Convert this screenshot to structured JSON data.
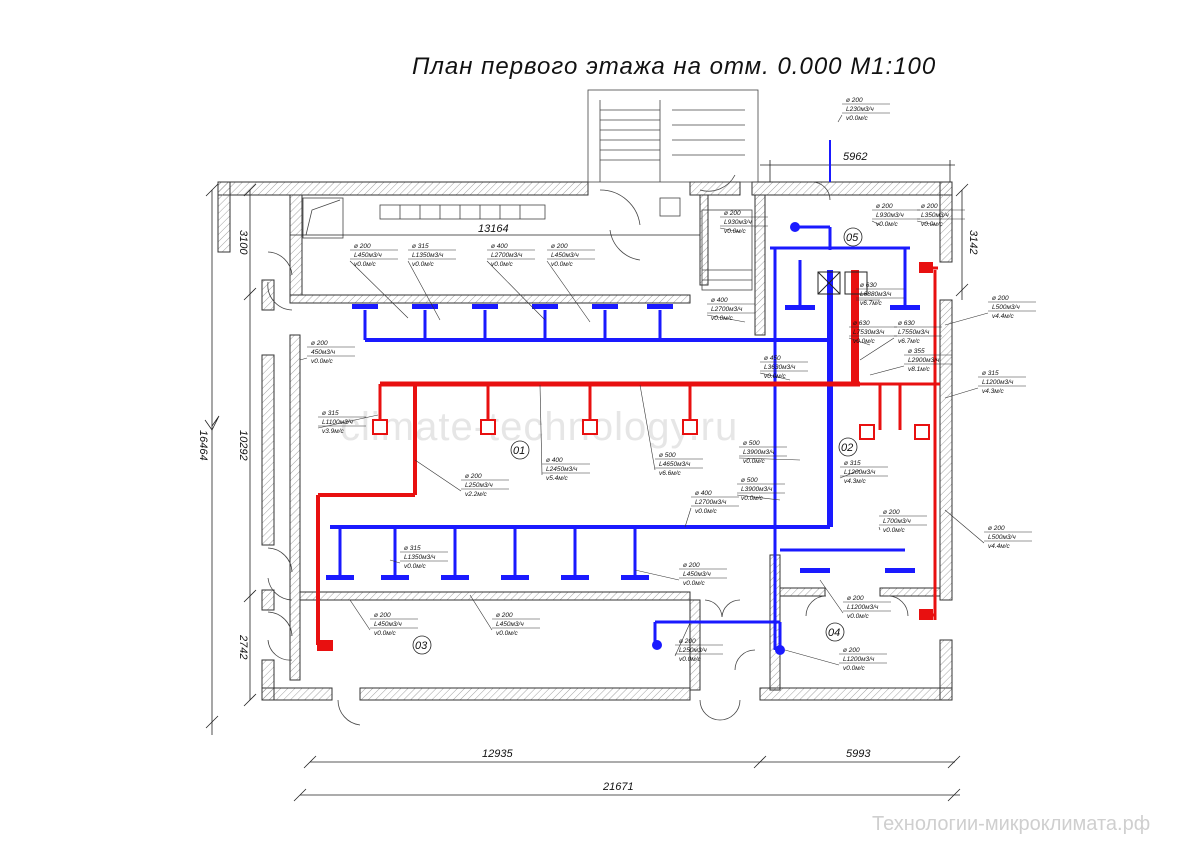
{
  "title": "План первого этажа на отм. 0.000 М1:100",
  "watermark": "climate-technology.ru",
  "footer": "Технологии-микроклимата.рф",
  "colors": {
    "supply": "#1a1aff",
    "exhaust": "#e81010",
    "wall": "#333333",
    "hatch": "#9a9a9a"
  },
  "rooms": [
    "01",
    "02",
    "03",
    "04",
    "05"
  ],
  "dims": {
    "left_3100": "3100",
    "left_10292": "10292",
    "left_2742": "2742",
    "left_16464": "16464",
    "right_3142": "3142",
    "top_13164": "13164",
    "top_5962": "5962",
    "bottom_12935": "12935",
    "bottom_5993": "5993",
    "bottom_21671": "21671"
  },
  "notes": [
    [
      "ø 200",
      "L450м3/ч",
      "v0.0м/с"
    ],
    [
      "ø 315",
      "L1350м3/ч",
      "v0.0м/с"
    ],
    [
      "ø 400",
      "L2700м3/ч",
      "v0.0м/с"
    ],
    [
      "ø 200",
      "L450м3/ч",
      "v0.0м/с"
    ],
    [
      "ø 200",
      "L230м3/ч",
      "v0.0м/с"
    ],
    [
      "ø 200",
      "L930м3/ч",
      "v0.0м/с"
    ],
    [
      "ø 200",
      "L930м3/ч",
      "v0.0м/с"
    ],
    [
      "ø 200",
      "L350м3/ч",
      "v0.0м/с"
    ],
    [
      "ø 400",
      "L2700м3/ч",
      "v0.0м/с"
    ],
    [
      "ø 630",
      "L6880м3/ч",
      "v6.7м/с"
    ],
    [
      "ø 200",
      "L500м3/ч",
      "v4.4м/с"
    ],
    [
      "ø 630",
      "L7530м3/ч",
      "v0.0м/с"
    ],
    [
      "ø 630",
      "L7550м3/ч",
      "v6.7м/с"
    ],
    [
      "ø 355",
      "L2900м3/ч",
      "v8.1м/с"
    ],
    [
      "ø 450",
      "L3630м3/ч",
      "v0.0м/с"
    ],
    [
      "ø 315",
      "L1200м3/ч",
      "v4.3м/с"
    ],
    [
      "ø 200",
      "450м3/ч",
      "v0.0м/с"
    ],
    [
      "ø 315",
      "L1100м3/ч",
      "v3.9м/с"
    ],
    [
      "ø 400",
      "L2450м3/ч",
      "v5.4м/с"
    ],
    [
      "ø 500",
      "L4650м3/ч",
      "v6.6м/с"
    ],
    [
      "ø 500",
      "L3900м3/ч",
      "v0.0м/с"
    ],
    [
      "ø 315",
      "L1200м3/ч",
      "v4.3м/с"
    ],
    [
      "ø 200",
      "L250м3/ч",
      "v2.2м/с"
    ],
    [
      "ø 400",
      "L2700м3/ч",
      "v0.0м/с"
    ],
    [
      "ø 500",
      "L3900м3/ч",
      "v0.0м/с"
    ],
    [
      "ø 200",
      "L700м3/ч",
      "v0.0м/с"
    ],
    [
      "ø 200",
      "L500м3/ч",
      "v4.4м/с"
    ],
    [
      "ø 315",
      "L1350м3/ч",
      "v0.0м/с"
    ],
    [
      "ø 200",
      "L450м3/ч",
      "v0.0м/с"
    ],
    [
      "ø 200",
      "L1200м3/ч",
      "v0.0м/с"
    ],
    [
      "ø 200",
      "L450м3/ч",
      "v0.0м/с"
    ],
    [
      "ø 200",
      "L450м3/ч",
      "v0.0м/с"
    ],
    [
      "ø 200",
      "L250м3/ч",
      "v0.0м/с"
    ],
    [
      "ø 200",
      "L1200м3/ч",
      "v0.0м/с"
    ]
  ]
}
